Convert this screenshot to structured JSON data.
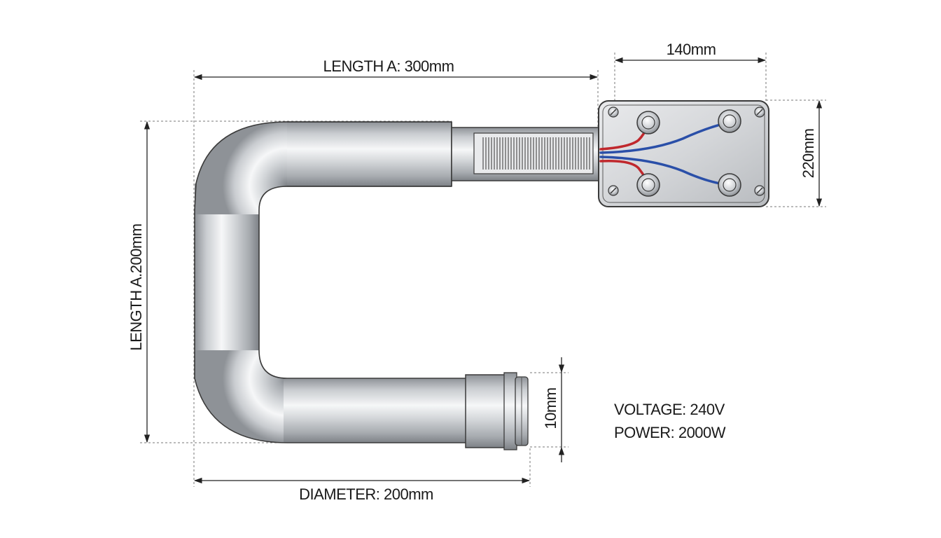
{
  "diagram": {
    "dimensions": {
      "top_length": "LENGTH A: 300mm",
      "box_width": "140mm",
      "box_height": "220mm",
      "left_length": "LENGTH A.200mm",
      "bottom_diameter": "DIAMETER: 200mm",
      "end_diameter": "10mm"
    },
    "specs": {
      "voltage": "VOLTAGE: 240V",
      "power": "POWER: 2000W"
    },
    "colors": {
      "tube": "#b9bcc0",
      "tube_highlight": "#f4f5f6",
      "outline": "#3a3a3a",
      "wire_red": "#c0282d",
      "wire_blue": "#2a4fa8",
      "dimension_line": "#222222"
    }
  }
}
